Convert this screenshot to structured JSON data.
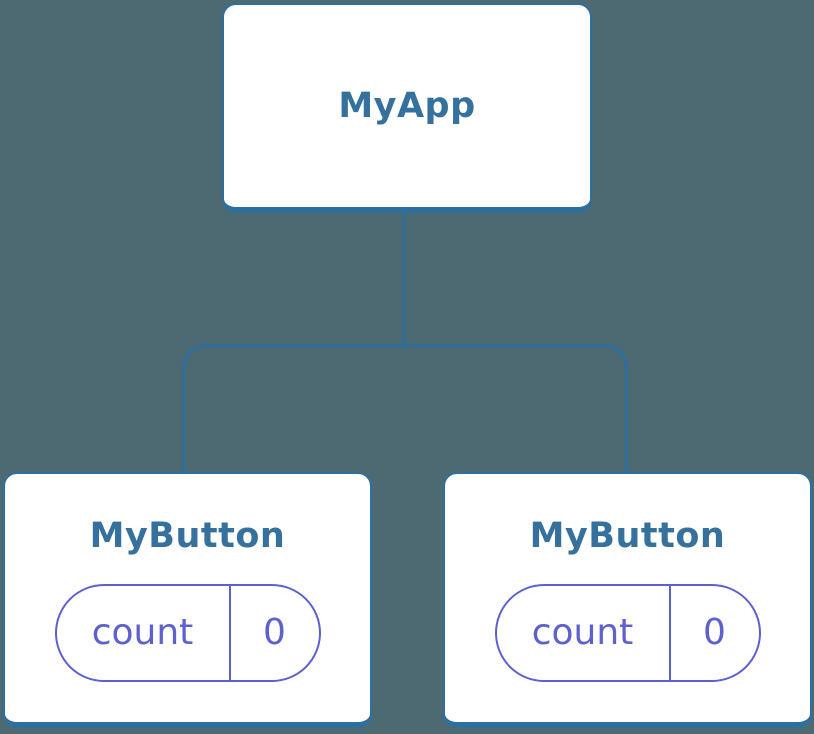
{
  "diagram": {
    "background_color": "#4D6A72",
    "line_color": "#2F6F9E",
    "heading_color": "#36719E",
    "state_color": "#5C61CD"
  },
  "tree": {
    "root": {
      "label": "MyApp"
    },
    "children": [
      {
        "label": "MyButton",
        "state": {
          "key": "count",
          "value": "0"
        }
      },
      {
        "label": "MyButton",
        "state": {
          "key": "count",
          "value": "0"
        }
      }
    ]
  }
}
